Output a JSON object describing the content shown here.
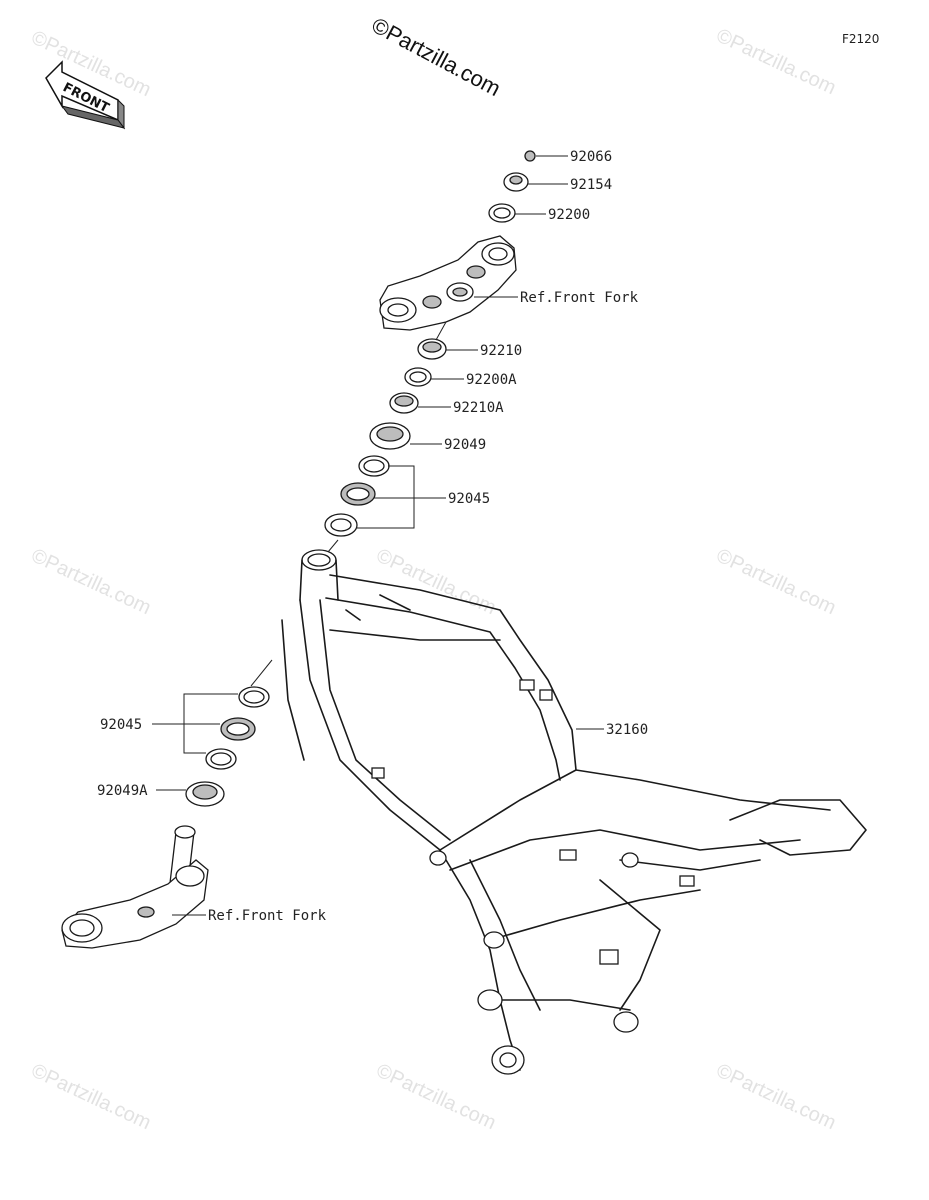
{
  "diagram_code": "F2120",
  "watermark_main": "©Partzilla.com",
  "watermark_faint": "©Partzilla.com",
  "front_label": "FRONT",
  "colors": {
    "line": "#1a1a1a",
    "watermark": "#e2e2e2",
    "shade": "#bdbdbd"
  },
  "callouts": {
    "c92066": "92066",
    "c92154": "92154",
    "c92200": "92200",
    "ref_top": "Ref.Front Fork",
    "c92210": "92210",
    "c92200A": "92200A",
    "c92210A": "92210A",
    "c92049": "92049",
    "c92045_top": "92045",
    "c32160": "32160",
    "c92045_bottom": "92045",
    "c92049A": "92049A",
    "ref_bottom": "Ref.Front Fork"
  }
}
